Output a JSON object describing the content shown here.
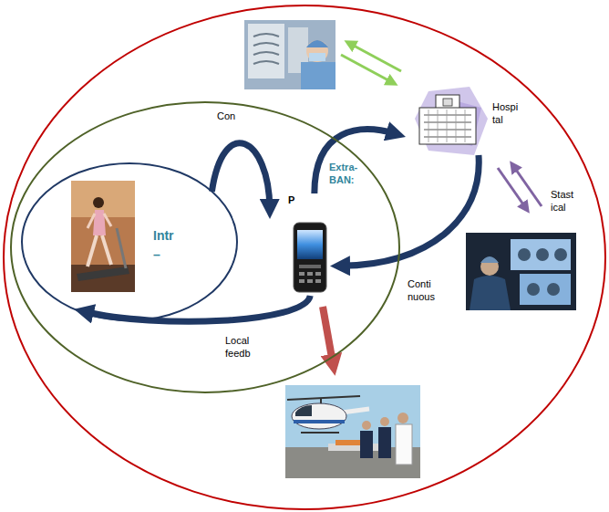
{
  "diagram": {
    "nodes": [
      {
        "text": [
          "Con"
        ]
      },
      {
        "text": [
          "Intr –"
        ],
        "in": 0
      },
      {
        "text": [
          "P"
        ],
        "in": 0
      },
      {
        "text": [
          "Hospi tal"
        ]
      }
    ],
    "edges": [
      {
        "from": 1,
        "to": 2,
        "arrow": "to"
      },
      {
        "from": 2,
        "to": 1,
        "label": "Local feedb",
        "arrow": "to"
      },
      {
        "from": 2,
        "to": 3,
        "label": "Extra-BAN:",
        "arrow": "to"
      },
      {
        "from": 3,
        "to": 2,
        "label": "Conti nuous",
        "arrow": "to"
      }
    ],
    "labels": [
      "Stast ical"
    ]
  }
}
